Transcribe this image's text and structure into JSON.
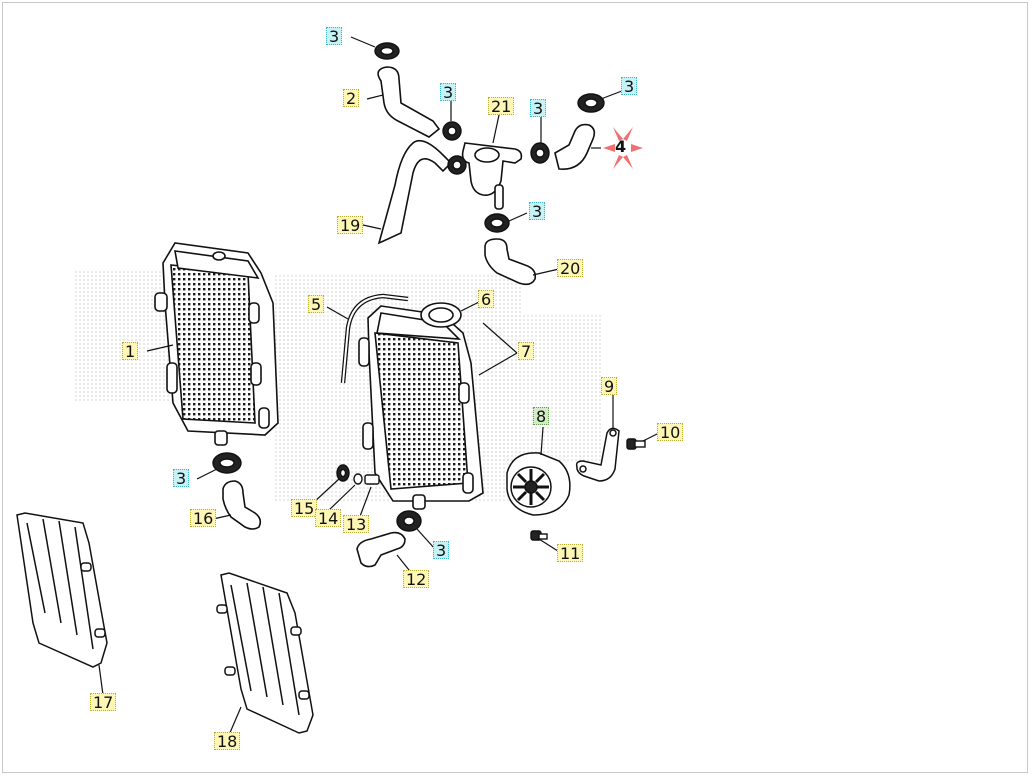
{
  "colors": {
    "yellow_label": "#fdf6b5",
    "cyan_label": "#c6f2f6",
    "green_label": "#d3ecc6",
    "highlight_marker": "#f07070",
    "line": "#111111"
  },
  "callouts": {
    "c1": "1",
    "c2": "2",
    "c3a": "3",
    "c3b": "3",
    "c3c": "3",
    "c3d": "3",
    "c3e": "3",
    "c3f": "3",
    "c3g": "3",
    "c4": "4",
    "c5": "5",
    "c6": "6",
    "c7": "7",
    "c8": "8",
    "c9": "9",
    "c10": "10",
    "c11": "11",
    "c12": "12",
    "c13": "13",
    "c14": "14",
    "c15": "15",
    "c16": "16",
    "c17": "17",
    "c18": "18",
    "c19": "19",
    "c20": "20",
    "c21": "21"
  }
}
